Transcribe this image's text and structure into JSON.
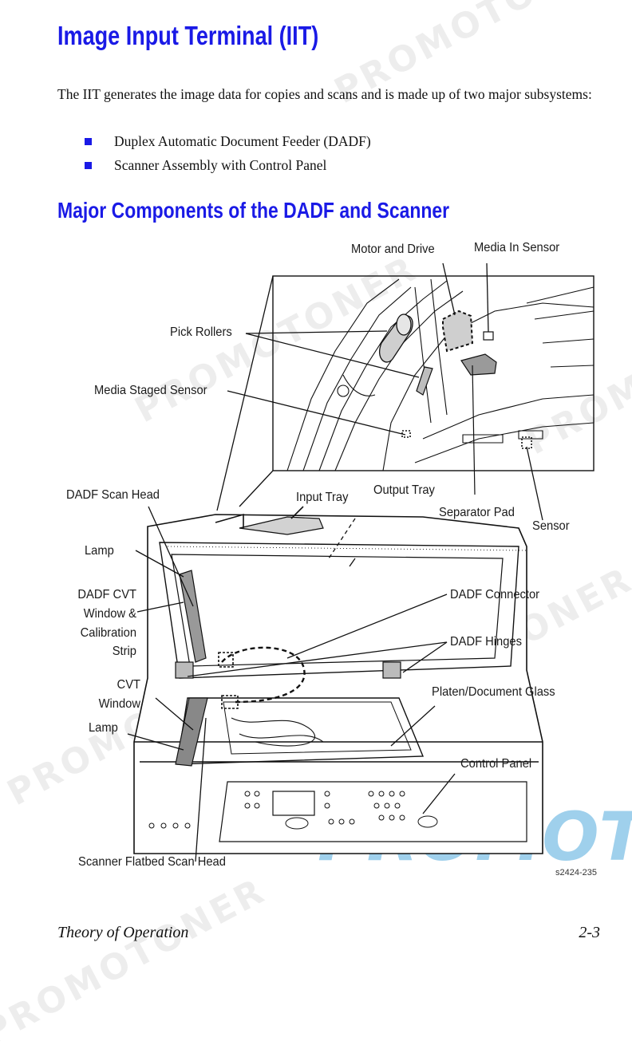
{
  "heading": "Image Input Terminal (IIT)",
  "intro": "The IIT generates the image data for copies and scans and is made up of two major subsystems:",
  "bullets": [
    "Duplex Automatic Document Feeder (DADF)",
    "Scanner Assembly with Control Panel"
  ],
  "subheading": "Major Components of the DADF and Scanner",
  "figure": {
    "labels": {
      "motor_drive": "Motor and Drive",
      "media_in_sensor": "Media In Sensor",
      "pick_rollers": "Pick Rollers",
      "media_staged_sensor": "Media Staged Sensor",
      "dadf_scan_head": "DADF Scan Head",
      "input_tray": "Input Tray",
      "output_tray": "Output Tray",
      "separator_pad": "Separator Pad",
      "sensor": "Sensor",
      "lamp_top": "Lamp",
      "dadf_connector": "DADF Connector",
      "cvt_window_line1": "DADF CVT",
      "cvt_window_line2": "Window &",
      "cvt_window_line3": "Calibration",
      "cvt_window_line4": "Strip",
      "dadf_hinges": "DADF Hinges",
      "cvt_line1": "CVT",
      "cvt_line2": "Window",
      "platen_glass": "Platen/Document Glass",
      "lamp_bottom": "Lamp",
      "control_panel": "Control Panel",
      "flatbed_scan_head": "Scanner Flatbed Scan Head"
    },
    "id": "s2424-235"
  },
  "watermark": "PROMOTONER",
  "watermark_brand": "PROMOT",
  "footer": {
    "left": "Theory of Operation",
    "right": "2-3"
  },
  "colors": {
    "heading": "#1a1ae6",
    "bullet": "#1a1ae6",
    "watermark_brand": "#50aadc"
  }
}
